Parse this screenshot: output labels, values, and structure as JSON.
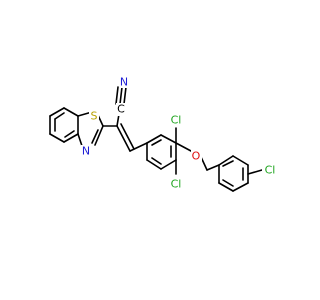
{
  "molecule": {
    "atoms": {
      "S": {
        "text": "S",
        "color": "#b8a200"
      },
      "N_thiazole": {
        "text": "N",
        "color": "#1f1fd6"
      },
      "N_nitrile": {
        "text": "N",
        "color": "#1f1fd6"
      },
      "C_nitrile": {
        "text": "C",
        "color": "#000000"
      },
      "O_ether": {
        "text": "O",
        "color": "#e01010"
      },
      "Cl_top": {
        "text": "Cl",
        "color": "#1fa51f"
      },
      "Cl_bottom": {
        "text": "Cl",
        "color": "#1fa51f"
      },
      "Cl_para": {
        "text": "Cl",
        "color": "#1fa51f"
      }
    }
  }
}
